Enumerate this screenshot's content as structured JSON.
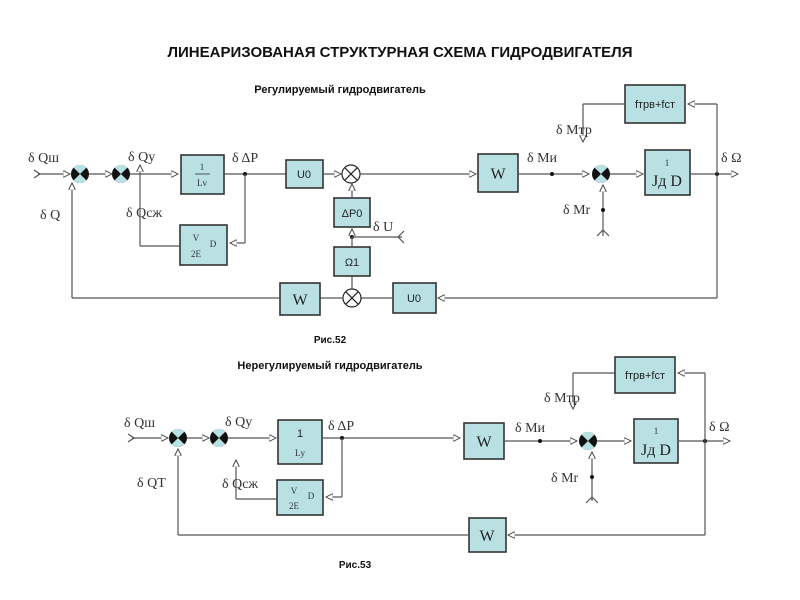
{
  "title": "ЛИНЕАРИЗОВАНАЯ СТРУКТУРНАЯ СХЕМА ГИДРОДВИГАТЕЛЯ",
  "fig52": {
    "subtitle": "Регулируемый гидродвигатель",
    "caption": "Рис.52",
    "signals": {
      "dQsh": "δ Qш",
      "dQt": "δ Q",
      "dQy": "δ Qу",
      "dQszh": "δ Qсж",
      "dDP": "δ ΔP",
      "dU": "δ U",
      "dMtr": "δ Mтр",
      "dMi": "δ Mи",
      "dMr": "δ Mr",
      "dOmega": "δ Ω"
    },
    "blocks": {
      "inv_L_num": "1",
      "inv_L_den": "Lv",
      "vol_num": "V",
      "vol_den": "2E",
      "vol_D": "D",
      "U0": "U0",
      "DP0": "ΔP0",
      "Omega1": "Ω1",
      "W": "W",
      "friction": "fтрв+fст",
      "inertia_num": "1",
      "inertia_den": "Jд D",
      "W_feedback": "W",
      "U0_feedback": "U0"
    }
  },
  "fig53": {
    "subtitle": "Нерегулируемый гидродвигатель",
    "caption": "Рис.53",
    "signals": {
      "dQsh": "δ Qш",
      "dQt": "δ QТ",
      "dQy": "δ Qу",
      "dQszh": "δ Qсж",
      "dDP": "δ ΔP",
      "dMtr": "δ Mтр",
      "dMi": "δ Mи",
      "dMr": "δ Mr",
      "dOmega": "δ Ω"
    },
    "blocks": {
      "inv_L_num": "1",
      "inv_L_den": "Lу",
      "vol_num": "V",
      "vol_den": "2E",
      "vol_D": "D",
      "W": "W",
      "friction": "fтрв+fст",
      "inertia_num": "1",
      "inertia_den": "Jд D",
      "W_feedback": "W"
    }
  }
}
